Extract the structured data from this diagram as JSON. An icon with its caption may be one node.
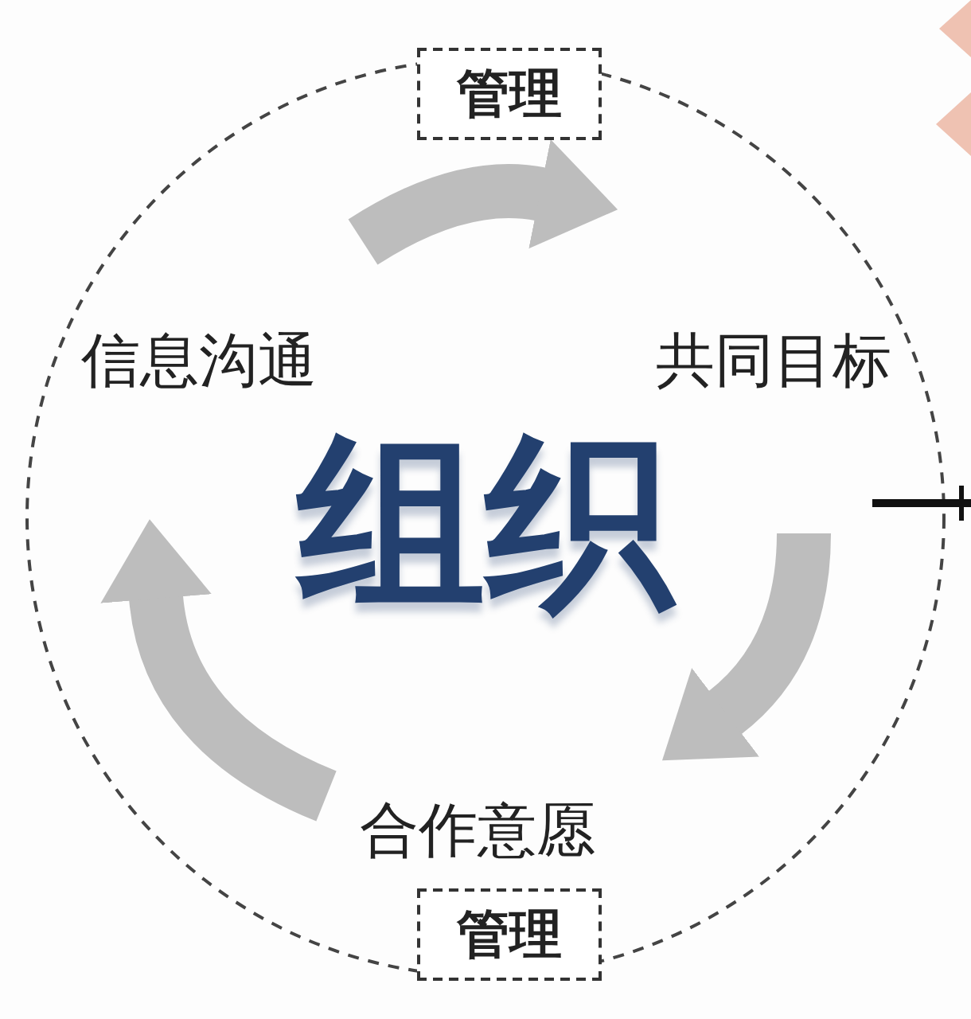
{
  "diagram": {
    "nodes": [
      {
        "text": [
          "管理"
        ]
      },
      {
        "text": [
          "共同目标"
        ]
      },
      {
        "text": [
          "合作意愿"
        ]
      },
      {
        "text": [
          "信息沟通"
        ]
      },
      {
        "text": [
          "管理"
        ]
      },
      {
        "text": [
          "组织"
        ]
      }
    ]
  }
}
